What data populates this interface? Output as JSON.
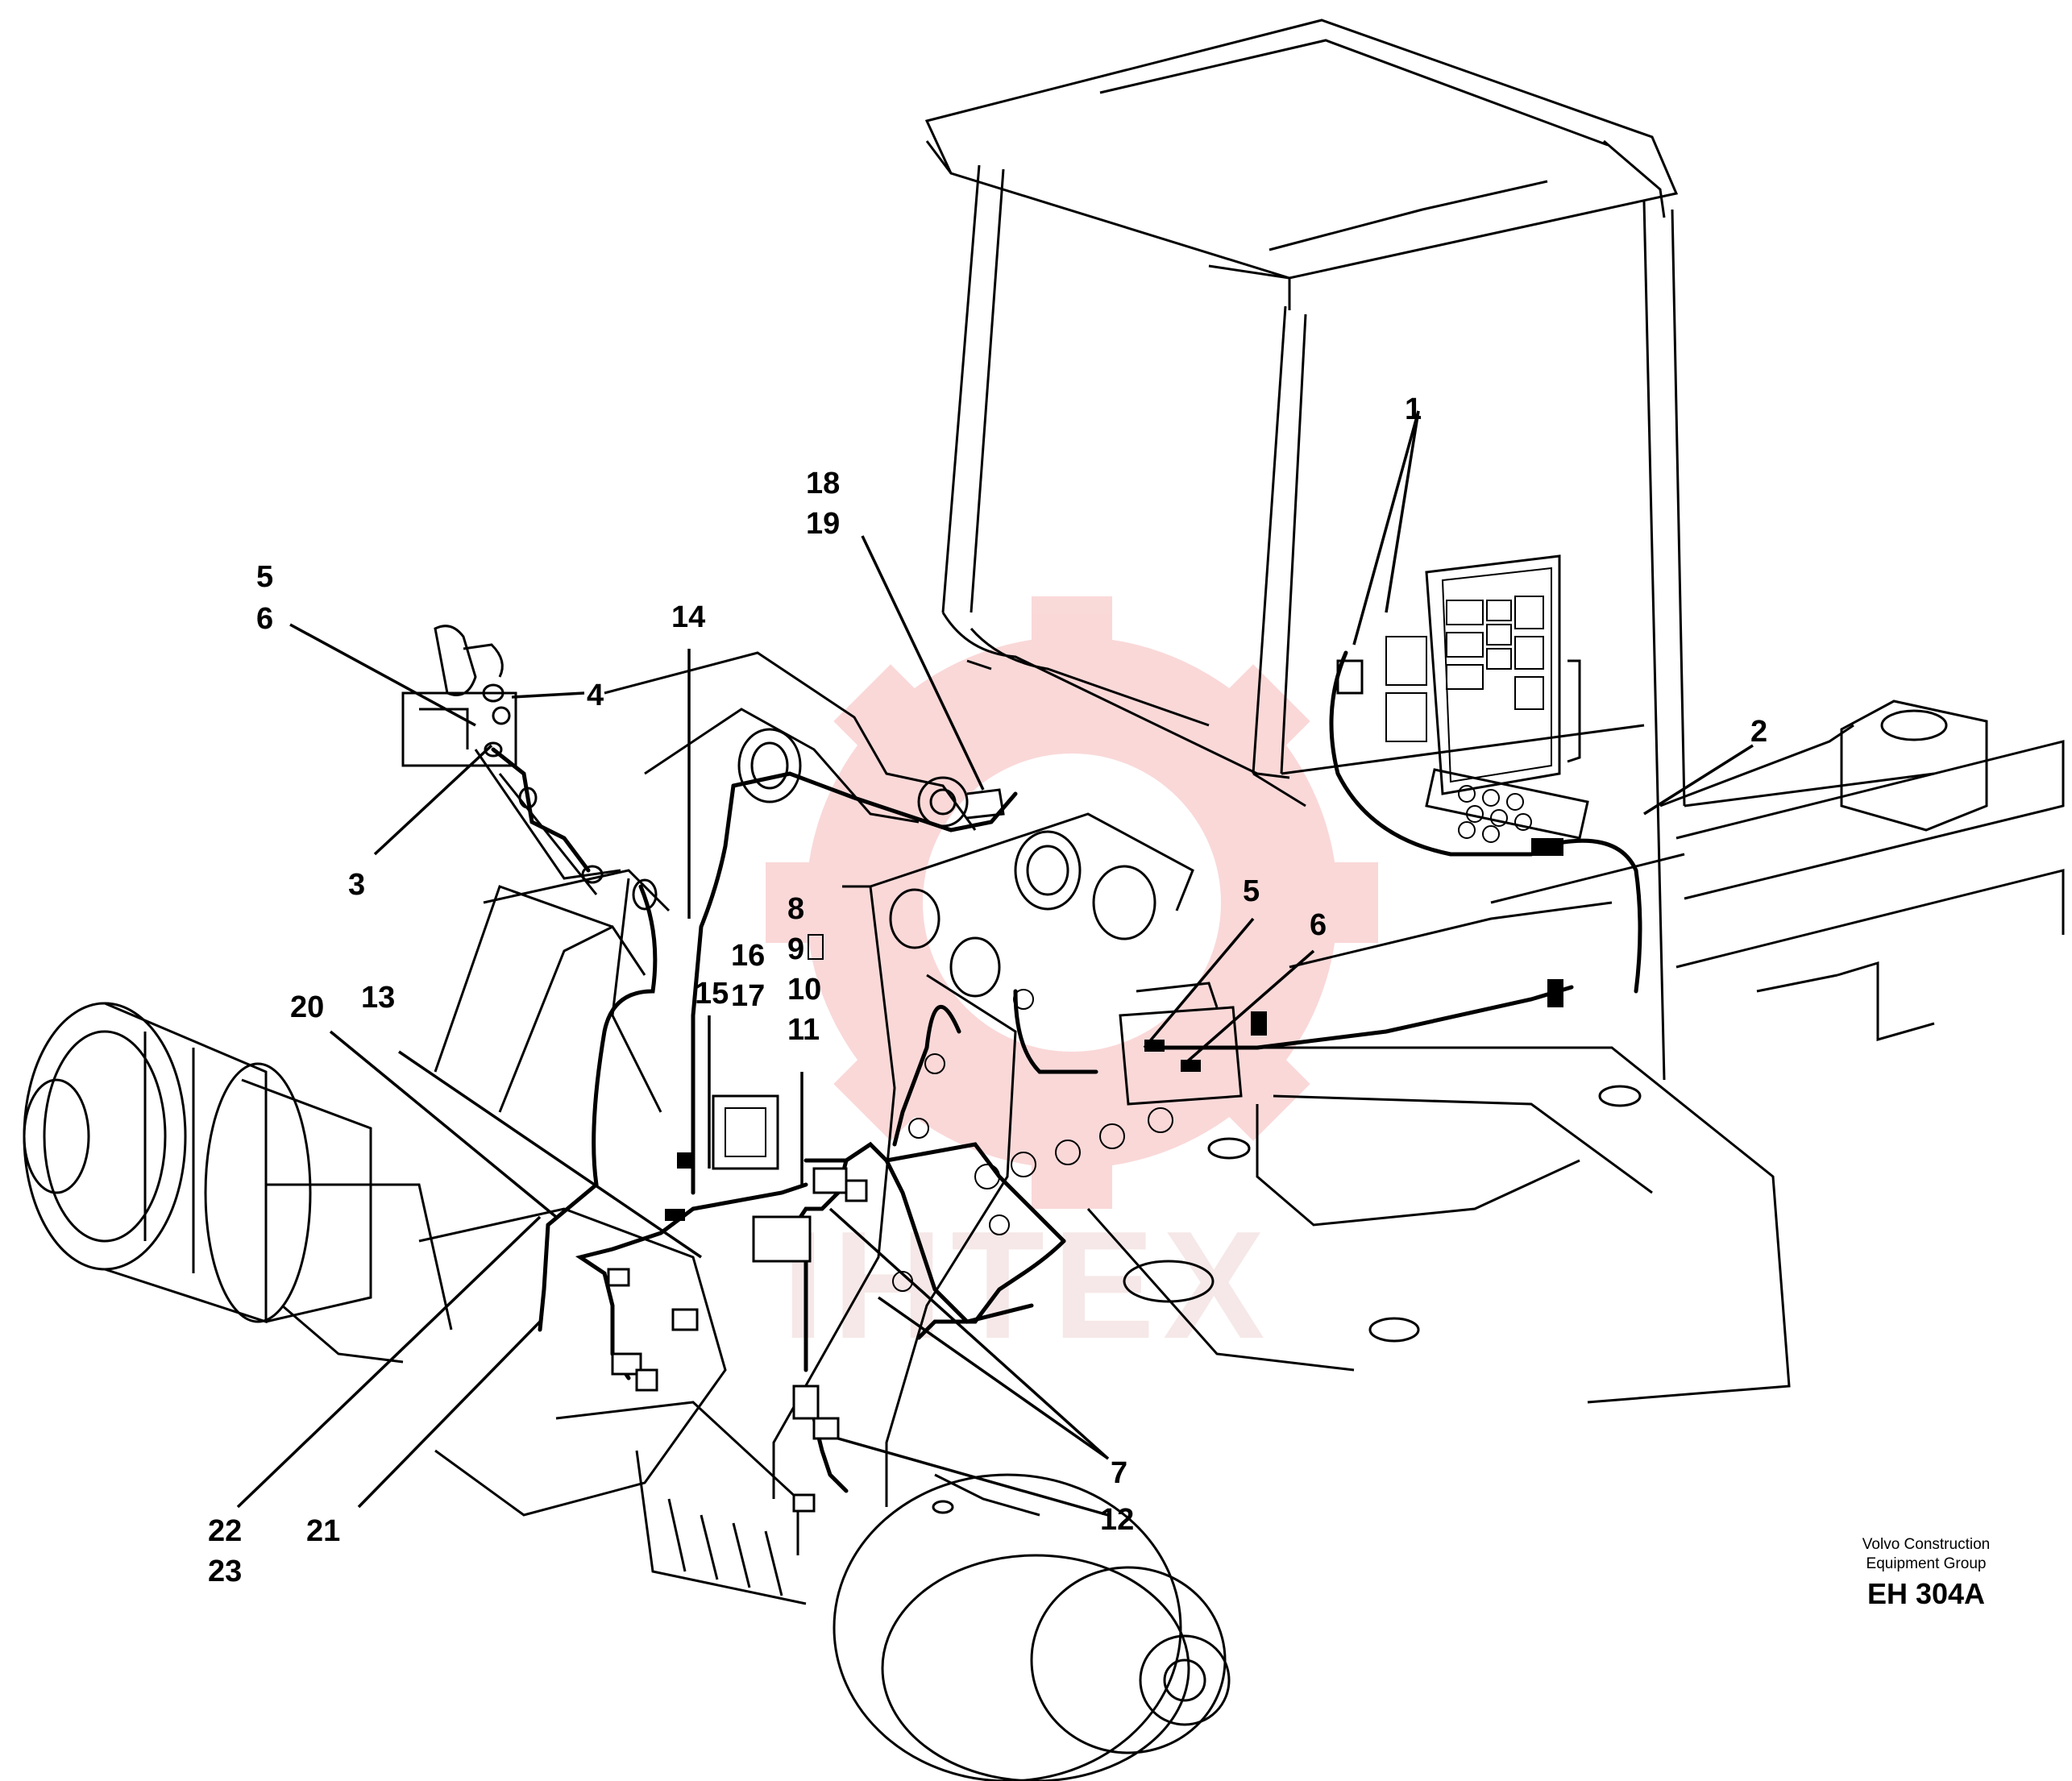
{
  "watermark": {
    "text": "IHTEX",
    "color": "#f4c8c8"
  },
  "callouts": [
    {
      "id": "c1",
      "text": "1"
    },
    {
      "id": "c2",
      "text": "2"
    },
    {
      "id": "c3",
      "text": "3"
    },
    {
      "id": "c4",
      "text": "4"
    },
    {
      "id": "c5a",
      "text": "5"
    },
    {
      "id": "c6a",
      "text": "6"
    },
    {
      "id": "c5b",
      "text": "5"
    },
    {
      "id": "c6b",
      "text": "6"
    },
    {
      "id": "c7",
      "text": "7"
    },
    {
      "id": "c8",
      "text": "8"
    },
    {
      "id": "c9",
      "text": "9"
    },
    {
      "id": "c10",
      "text": "10"
    },
    {
      "id": "c11",
      "text": "11"
    },
    {
      "id": "c12",
      "text": "12"
    },
    {
      "id": "c13",
      "text": "13"
    },
    {
      "id": "c14",
      "text": "14"
    },
    {
      "id": "c15",
      "text": "15"
    },
    {
      "id": "c16",
      "text": "16"
    },
    {
      "id": "c17",
      "text": "17"
    },
    {
      "id": "c18",
      "text": "18"
    },
    {
      "id": "c19",
      "text": "19"
    },
    {
      "id": "c20",
      "text": "20"
    },
    {
      "id": "c21",
      "text": "21"
    },
    {
      "id": "c22",
      "text": "22"
    },
    {
      "id": "c23",
      "text": "23"
    }
  ],
  "footer": {
    "company_line1": "Volvo Construction",
    "company_line2": "Equipment Group",
    "drawing_code": "EH 304A"
  }
}
